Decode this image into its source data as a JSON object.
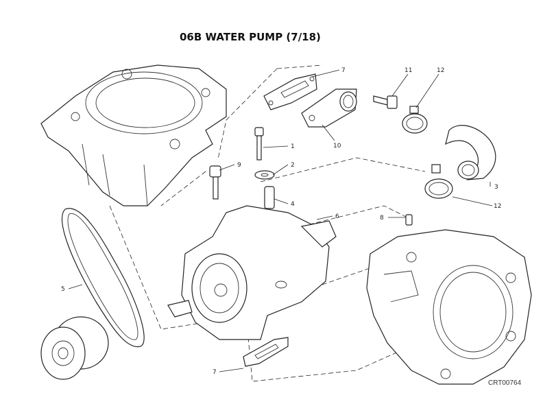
{
  "title": "06B WATER PUMP (7/18)",
  "drawing_code": "CRT00764",
  "callouts": {
    "c1": "1",
    "c2": "2",
    "c3": "3",
    "c4": "4",
    "c5": "5",
    "c6": "6",
    "c7a": "7",
    "c7b": "7",
    "c8": "8",
    "c9": "9",
    "c10": "10",
    "c11": "11",
    "c12a": "12",
    "c12b": "12"
  }
}
